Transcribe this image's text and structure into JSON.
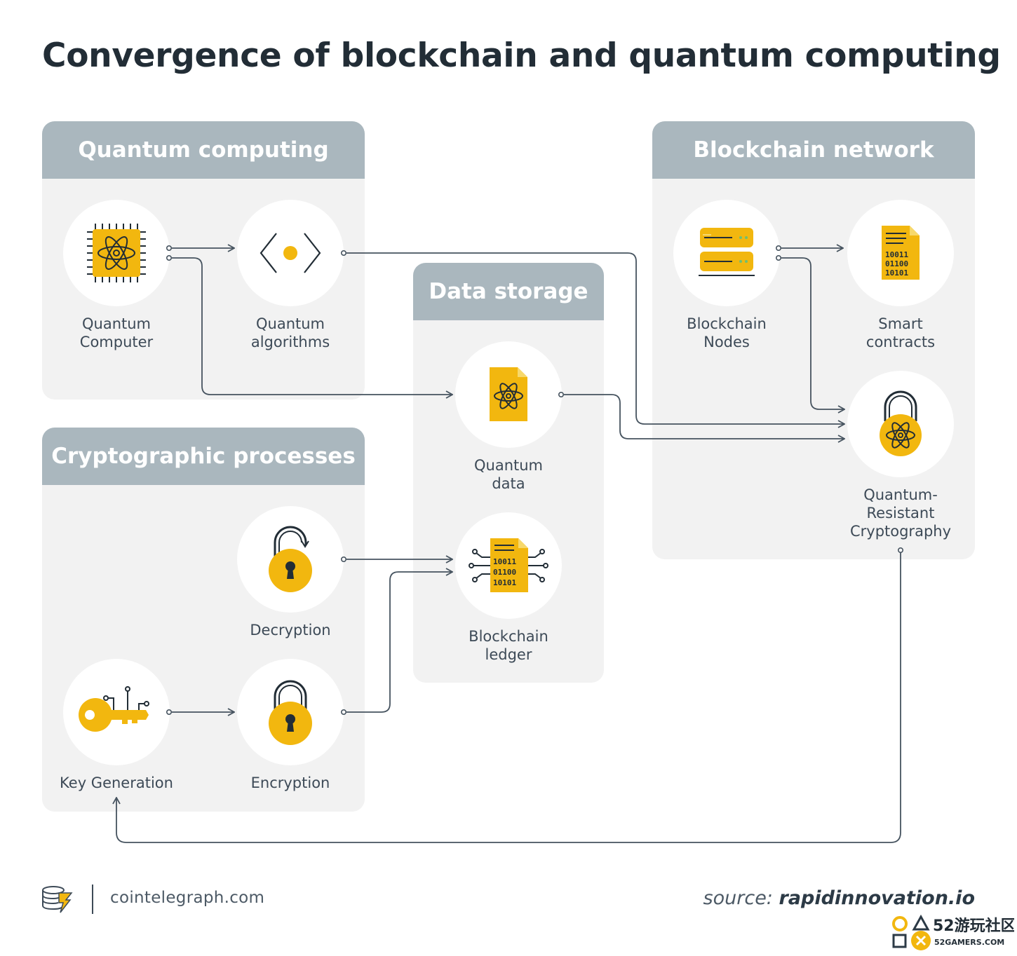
{
  "title": "Convergence of blockchain and quantum computing",
  "panels": {
    "quantum_computing": "Quantum computing",
    "data_storage": "Data storage",
    "blockchain_network": "Blockchain network",
    "cryptographic_processes": "Cryptographic processes"
  },
  "nodes": {
    "quantum_computer": [
      "Quantum",
      "Computer"
    ],
    "quantum_algorithms": [
      "Quantum",
      "algorithms"
    ],
    "quantum_data": [
      "Quantum",
      "data"
    ],
    "blockchain_ledger": [
      "Blockchain",
      "ledger"
    ],
    "blockchain_nodes": [
      "Blockchain",
      "Nodes"
    ],
    "smart_contracts": [
      "Smart",
      "contracts"
    ],
    "quantum_resistant_cryptography": [
      "Quantum-",
      "Resistant",
      "Cryptography"
    ],
    "decryption": [
      "Decryption"
    ],
    "key_generation": [
      "Key Generation"
    ],
    "encryption": [
      "Encryption"
    ]
  },
  "footer": {
    "site": "cointelegraph.com",
    "source_prefix": "source: ",
    "source_name": "rapidinnovation.io"
  },
  "colors": {
    "accent": "#f2b70f",
    "panel_bg": "#f2f2f2",
    "panel_header": "#aab7be",
    "connector": "#46535f",
    "title": "#222d36"
  },
  "icons": {
    "quantum_computer": "quantum-chip-icon",
    "quantum_algorithms": "code-brackets-icon",
    "quantum_data": "atom-document-icon",
    "blockchain_ledger": "binary-ledger-icon",
    "blockchain_nodes": "server-icon",
    "smart_contracts": "binary-document-icon",
    "quantum_resistant_cryptography": "atom-padlock-icon",
    "decryption": "unlocked-padlock-icon",
    "key_generation": "digital-key-icon",
    "encryption": "locked-padlock-icon"
  }
}
